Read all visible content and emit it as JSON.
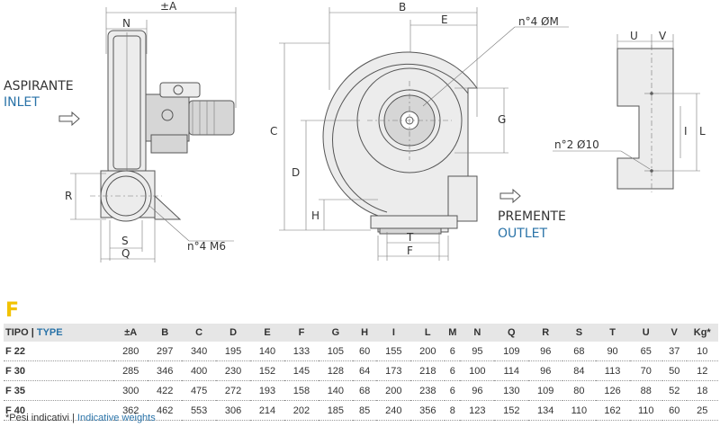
{
  "drawing": {
    "dim_A": "±A",
    "dim_N": "N",
    "dim_R": "R",
    "dim_S": "S",
    "dim_Q": "Q",
    "note_m6": "n°4 M6",
    "inlet_it": "ASPIRANTE",
    "inlet_en": "INLET",
    "dim_B": "B",
    "dim_E": "E",
    "note_m": "n°4 ØM",
    "dim_C": "C",
    "dim_D": "D",
    "dim_H": "H",
    "dim_G": "G",
    "dim_T": "T",
    "dim_F": "F",
    "outlet_it": "PREMENTE",
    "outlet_en": "OUTLET",
    "dim_U": "U",
    "dim_V": "V",
    "dim_L": "L",
    "dim_I": "I",
    "note_10": "n°2 Ø10"
  },
  "series_letter": "F",
  "table": {
    "tipo_label": "TIPO",
    "type_label": "TYPE",
    "columns": [
      "±A",
      "B",
      "C",
      "D",
      "E",
      "F",
      "G",
      "H",
      "I",
      "L",
      "M",
      "N",
      "Q",
      "R",
      "S",
      "T",
      "U",
      "V",
      "Kg*"
    ],
    "rows": [
      {
        "name": "F 22",
        "values": [
          "280",
          "297",
          "340",
          "195",
          "140",
          "133",
          "105",
          "60",
          "155",
          "200",
          "6",
          "95",
          "109",
          "96",
          "68",
          "90",
          "65",
          "37",
          "10"
        ]
      },
      {
        "name": "F 30",
        "values": [
          "285",
          "346",
          "400",
          "230",
          "152",
          "145",
          "128",
          "64",
          "173",
          "218",
          "6",
          "100",
          "114",
          "96",
          "84",
          "113",
          "70",
          "50",
          "12"
        ]
      },
      {
        "name": "F 35",
        "values": [
          "300",
          "422",
          "475",
          "272",
          "193",
          "158",
          "140",
          "68",
          "200",
          "238",
          "6",
          "96",
          "130",
          "109",
          "80",
          "126",
          "88",
          "52",
          "18"
        ]
      },
      {
        "name": "F 40",
        "values": [
          "362",
          "462",
          "553",
          "306",
          "214",
          "202",
          "185",
          "85",
          "240",
          "356",
          "8",
          "123",
          "152",
          "134",
          "110",
          "162",
          "110",
          "60",
          "25"
        ]
      }
    ]
  },
  "footnote": {
    "it": "*Pesi indicativi",
    "en": "Indicative weights"
  }
}
